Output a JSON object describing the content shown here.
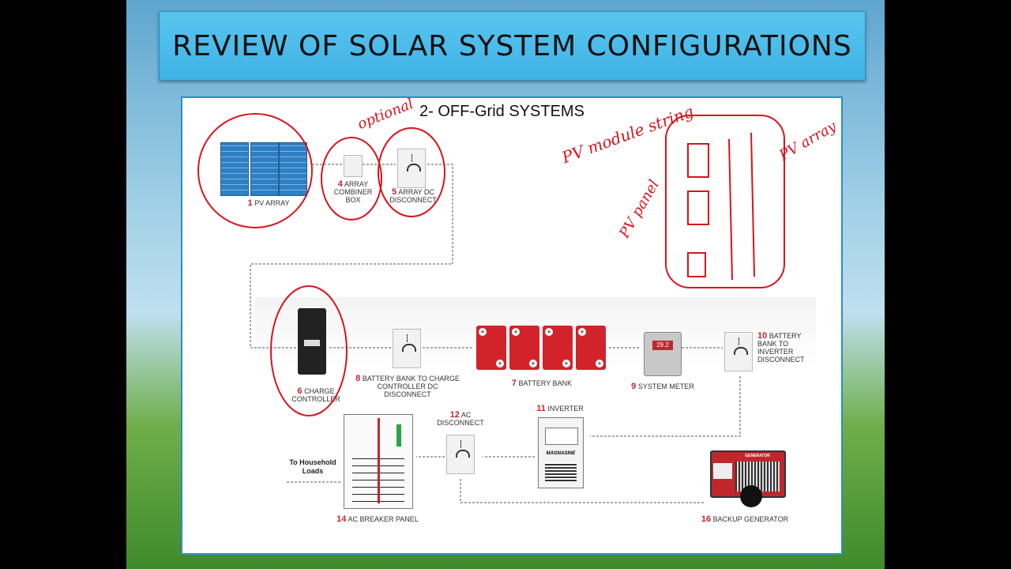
{
  "slide": {
    "title": "REVIEW OF SOLAR SYSTEM CONFIGURATIONS",
    "section": "2- OFF-Grid SYSTEMS"
  },
  "components": [
    {
      "num": "1",
      "label": "PV ARRAY"
    },
    {
      "num": "4",
      "label": "ARRAY COMBINER BOX"
    },
    {
      "num": "5",
      "label": "ARRAY DC DISCONNECT"
    },
    {
      "num": "6",
      "label": "CHARGE CONTROLLER"
    },
    {
      "num": "8",
      "label": "BATTERY BANK TO CHARGE CONTROLLER DC DISCONNECT"
    },
    {
      "num": "7",
      "label": "BATTERY BANK"
    },
    {
      "num": "9",
      "label": "SYSTEM METER"
    },
    {
      "num": "10",
      "label": "BATTERY BANK TO INVERTER DISCONNECT"
    },
    {
      "num": "11",
      "label": "INVERTER"
    },
    {
      "num": "12",
      "label": "AC DISCONNECT"
    },
    {
      "num": "14",
      "label": "AC BREAKER PANEL"
    },
    {
      "num": "16",
      "label": "BACKUP GENERATOR"
    }
  ],
  "loads_label": "To Household Loads",
  "meter_display": "29.2",
  "inverter_brand": "MAGNASINE",
  "generator_tag": "GENERATOR",
  "handwriting": {
    "optional": "optional",
    "pv_module_string": "PV module string",
    "pv_array": "PV array",
    "pv_panel": "PV panel"
  },
  "colors": {
    "title_bar": "#3fb2e6",
    "accent_red": "#c0272d",
    "ink": "#d8141c"
  }
}
